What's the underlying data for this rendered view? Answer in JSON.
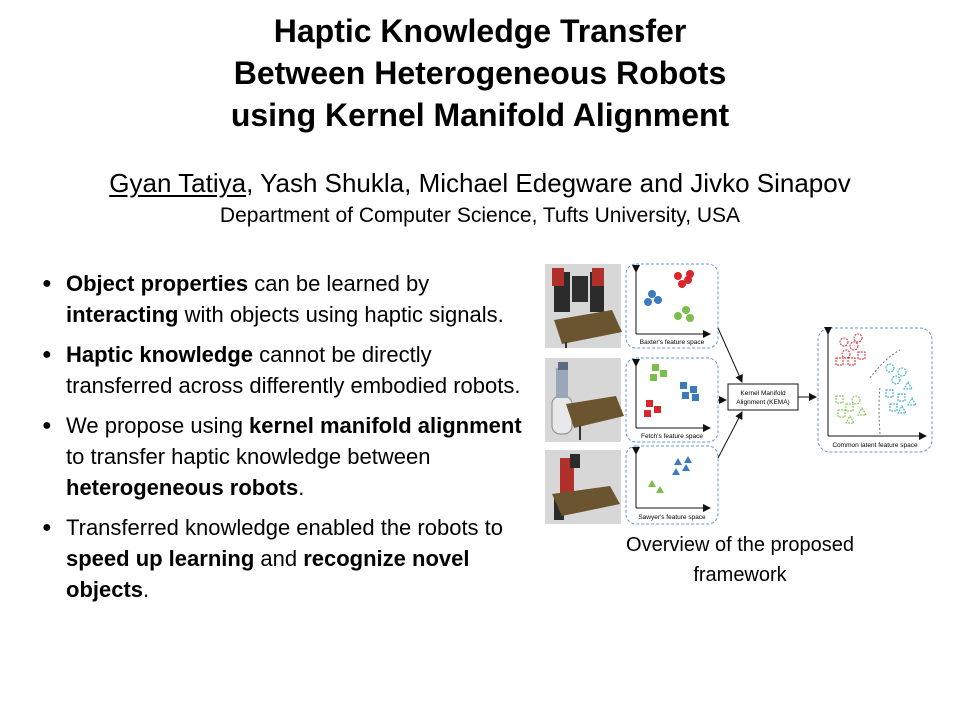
{
  "title": {
    "line1": "Haptic Knowledge Transfer",
    "line2": "Between Heterogeneous Robots",
    "line3": "using Kernel Manifold Alignment"
  },
  "authors": {
    "first": "Gyan Tatiya",
    "rest": ", Yash Shukla, Michael Edegware and Jivko Sinapov"
  },
  "affiliation": "Department of Computer Science, Tufts University, USA",
  "bullets": [
    [
      {
        "t": "Object properties",
        "b": true
      },
      {
        "t": " can be learned by ",
        "b": false
      },
      {
        "t": "interacting",
        "b": true
      },
      {
        "t": " with objects using haptic signals.",
        "b": false
      }
    ],
    [
      {
        "t": "Haptic knowledge",
        "b": true
      },
      {
        "t": " cannot be directly transferred across differently embodied robots.",
        "b": false
      }
    ],
    [
      {
        "t": "We propose using ",
        "b": false
      },
      {
        "t": "kernel manifold alignment",
        "b": true
      },
      {
        "t": " to transfer haptic knowledge between ",
        "b": false
      },
      {
        "t": "heterogeneous robots",
        "b": true
      },
      {
        "t": ".",
        "b": false
      }
    ],
    [
      {
        "t": "Transferred knowledge enabled the robots to ",
        "b": false
      },
      {
        "t": "speed up learning",
        "b": true
      },
      {
        "t": " and ",
        "b": false
      },
      {
        "t": "recognize novel objects",
        "b": true
      },
      {
        "t": ".",
        "b": false
      }
    ]
  ],
  "bullet_glyph": "●",
  "figure": {
    "baxter_label": "Baxter's feature space",
    "fetch_label": "Fetch's feature space",
    "sawyer_label": "Sawyer's feature space",
    "kema_line1": "Kernel Manifold",
    "kema_line2": "Alignment (KEMA)",
    "common_label": "Common latent feature space",
    "colors": {
      "red": "#d9262c",
      "blue": "#3b7bbf",
      "green": "#7dbd4a",
      "panel_border": "#5b9bd5",
      "robot_red": "#b0302a",
      "table": "#6b5530"
    }
  },
  "caption": {
    "line1": "Overview of the proposed",
    "line2": "framework"
  }
}
